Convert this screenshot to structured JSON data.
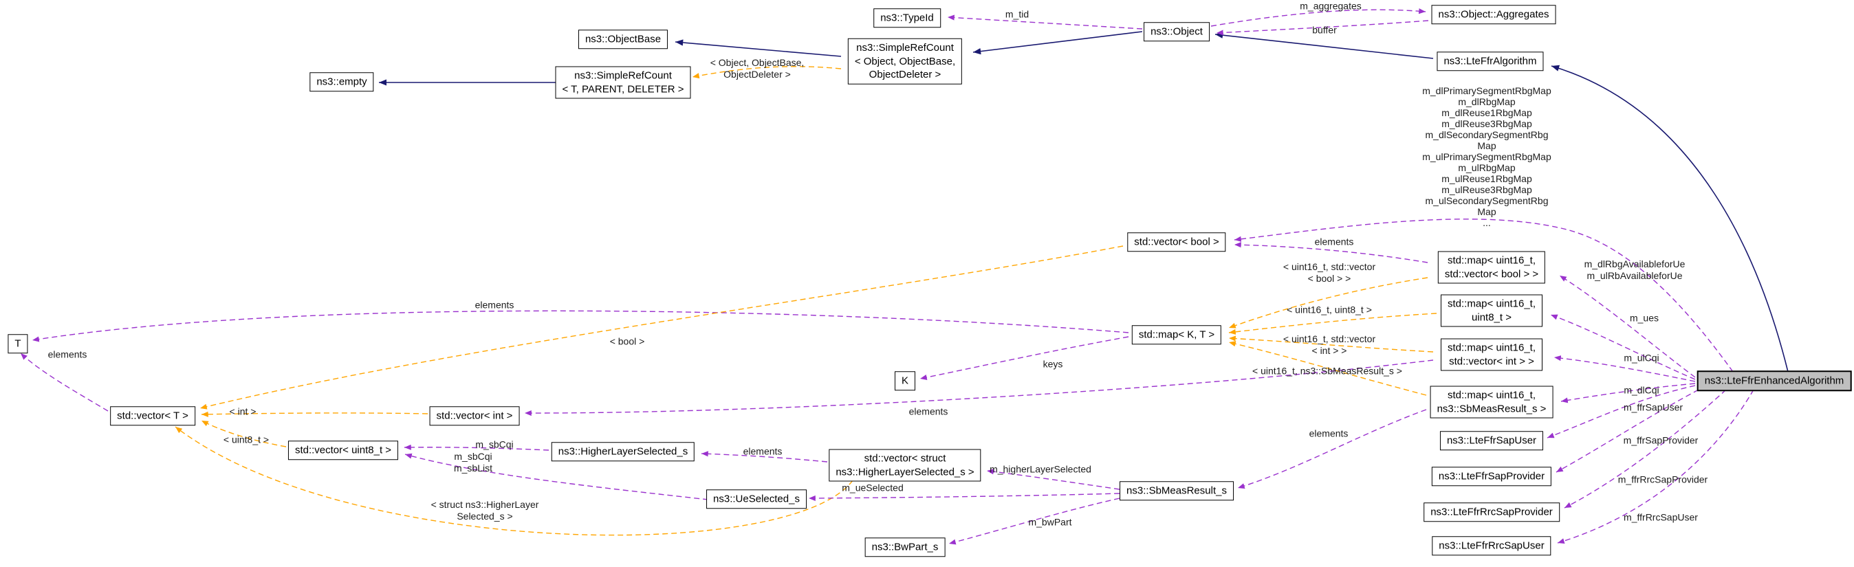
{
  "diagram": {
    "kind": "doxygen-collaboration-graph",
    "main_class": "ns3::LteFfrEnhancedAlgorithm",
    "colors": {
      "inheritance_edge": "#191970",
      "usage_edge": "#9a32cd",
      "template_edge": "#ffa500",
      "node_border": "#000000",
      "node_background": "#ffffff",
      "highlight_background": "#bfbfbf",
      "label_text": "#1c1c1c"
    },
    "nodes": [
      {
        "id": "typeid",
        "label": "ns3::TypeId"
      },
      {
        "id": "object",
        "label": "ns3::Object"
      },
      {
        "id": "aggregates",
        "label": "ns3::Object::Aggregates"
      },
      {
        "id": "objectbase",
        "label": "ns3::ObjectBase"
      },
      {
        "id": "simplerefcount_object",
        "label": "ns3::SimpleRefCount\n< Object, ObjectBase,\nObjectDeleter >"
      },
      {
        "id": "lteffralgorithm",
        "label": "ns3::LteFfrAlgorithm"
      },
      {
        "id": "empty",
        "label": "ns3::empty"
      },
      {
        "id": "simplerefcount_t",
        "label": "ns3::SimpleRefCount\n< T, PARENT, DELETER >"
      },
      {
        "id": "vector_bool",
        "label": "std::vector< bool >"
      },
      {
        "id": "map_u16_vbool",
        "label": "std::map< uint16_t,\nstd::vector< bool > >"
      },
      {
        "id": "map_u16_u8",
        "label": "std::map< uint16_t,\nuint8_t >"
      },
      {
        "id": "map_kt",
        "label": "std::map< K, T >"
      },
      {
        "id": "map_u16_vint",
        "label": "std::map< uint16_t,\nstd::vector< int > >"
      },
      {
        "id": "t",
        "label": "T"
      },
      {
        "id": "k",
        "label": "K"
      },
      {
        "id": "map_u16_sbmeas",
        "label": "std::map< uint16_t,\nns3::SbMeasResult_s >"
      },
      {
        "id": "vector_t",
        "label": "std::vector< T >"
      },
      {
        "id": "vector_int",
        "label": "std::vector< int >"
      },
      {
        "id": "ltefffrsapuser",
        "label": "ns3::LteFfrSapUser"
      },
      {
        "id": "vector_u8",
        "label": "std::vector< uint8_t >"
      },
      {
        "id": "higherlayerselected",
        "label": "ns3::HigherLayerSelected_s"
      },
      {
        "id": "vector_hls",
        "label": "std::vector< struct\nns3::HigherLayerSelected_s >"
      },
      {
        "id": "ltefffrsapprovider",
        "label": "ns3::LteFfrSapProvider"
      },
      {
        "id": "sbmeasresult",
        "label": "ns3::SbMeasResult_s"
      },
      {
        "id": "ueselected",
        "label": "ns3::UeSelected_s"
      },
      {
        "id": "lteffrrrcsapprovider",
        "label": "ns3::LteFfrRrcSapProvider"
      },
      {
        "id": "bwpart",
        "label": "ns3::BwPart_s"
      },
      {
        "id": "lteffrrrcsapuser",
        "label": "ns3::LteFfrRrcSapUser"
      },
      {
        "id": "main",
        "label": "ns3::LteFfrEnhancedAlgorithm",
        "highlight": true
      }
    ],
    "edges": [
      {
        "id": "srcobj_objectbase",
        "from": "simplerefcount_object",
        "to": "objectbase",
        "kind": "inheritance"
      },
      {
        "id": "object_srcobj",
        "from": "object",
        "to": "simplerefcount_object",
        "kind": "inheritance"
      },
      {
        "id": "srct_empty",
        "from": "simplerefcount_t",
        "to": "empty",
        "kind": "inheritance"
      },
      {
        "id": "ffralg_object",
        "from": "lteffralgorithm",
        "to": "object",
        "kind": "inheritance"
      },
      {
        "id": "main_ffralg",
        "from": "main",
        "to": "lteffralgorithm",
        "kind": "inheritance"
      },
      {
        "id": "object_typeid",
        "from": "object",
        "to": "typeid",
        "kind": "usage",
        "label": "m_tid"
      },
      {
        "id": "object_aggregates",
        "from": "object",
        "to": "aggregates",
        "kind": "usage",
        "label": "m_aggregates"
      },
      {
        "id": "aggregates_object",
        "from": "aggregates",
        "to": "object",
        "kind": "usage",
        "label": "buffer"
      },
      {
        "id": "srcobj_srct",
        "from": "simplerefcount_object",
        "to": "simplerefcount_t",
        "kind": "template",
        "label": "< Object, ObjectBase,\nObjectDeleter >"
      },
      {
        "id": "main_vbool",
        "from": "main",
        "to": "vector_bool",
        "kind": "usage",
        "label": "m_dlPrimarySegmentRbgMap\nm_dlRbgMap\nm_dlReuse1RbgMap\nm_dlReuse3RbgMap\nm_dlSecondarySegmentRbg\nMap\nm_ulPrimarySegmentRbgMap\nm_ulRbgMap\nm_ulReuse1RbgMap\nm_ulReuse3RbgMap\nm_ulSecondarySegmentRbg\nMap\n..."
      },
      {
        "id": "mapvbool_vbool",
        "from": "map_u16_vbool",
        "to": "vector_bool",
        "kind": "usage",
        "label": "elements"
      },
      {
        "id": "mapvbool_mapkt",
        "from": "map_u16_vbool",
        "to": "map_kt",
        "kind": "template",
        "label": "< uint16_t, std::vector\n< bool > >"
      },
      {
        "id": "mapu8_mapkt",
        "from": "map_u16_u8",
        "to": "map_kt",
        "kind": "template",
        "label": "< uint16_t, uint8_t >"
      },
      {
        "id": "mapvint_mapkt",
        "from": "map_u16_vint",
        "to": "map_kt",
        "kind": "template",
        "label": "< uint16_t, std::vector\n< int > >"
      },
      {
        "id": "mapsbm_mapkt",
        "from": "map_u16_sbmeas",
        "to": "map_kt",
        "kind": "template",
        "label": "< uint16_t, ns3::SbMeasResult_s >"
      },
      {
        "id": "main_mapvbool",
        "from": "main",
        "to": "map_u16_vbool",
        "kind": "usage",
        "label": "m_dlRbgAvailableforUe\nm_ulRbAvailableforUe"
      },
      {
        "id": "main_mapu8",
        "from": "main",
        "to": "map_u16_u8",
        "kind": "usage",
        "label": "m_ues"
      },
      {
        "id": "main_mapvint",
        "from": "main",
        "to": "map_u16_vint",
        "kind": "usage",
        "label": "m_ulCqi"
      },
      {
        "id": "main_mapsbm",
        "from": "main",
        "to": "map_u16_sbmeas",
        "kind": "usage",
        "label": "m_dlCqi"
      },
      {
        "id": "main_sapuser",
        "from": "main",
        "to": "ltefffrsapuser",
        "kind": "usage",
        "label": "m_ffrSapUser"
      },
      {
        "id": "main_sapprovider",
        "from": "main",
        "to": "ltefffrsapprovider",
        "kind": "usage",
        "label": "m_ffrSapProvider"
      },
      {
        "id": "main_rrcsapprovider",
        "from": "main",
        "to": "lteffrrrcsapprovider",
        "kind": "usage",
        "label": "m_ffrRrcSapProvider"
      },
      {
        "id": "main_rrcsapuser",
        "from": "main",
        "to": "lteffrrrcsapuser",
        "kind": "usage",
        "label": "m_ffrRrcSapUser"
      },
      {
        "id": "mapkt_k",
        "from": "map_kt",
        "to": "k",
        "kind": "usage",
        "label": "keys"
      },
      {
        "id": "mapkt_t",
        "from": "map_kt",
        "to": "t",
        "kind": "usage",
        "label": "elements"
      },
      {
        "id": "vbool_vt",
        "from": "vector_bool",
        "to": "vector_t",
        "kind": "template",
        "label": "< bool >"
      },
      {
        "id": "vt_t",
        "from": "vector_t",
        "to": "t",
        "kind": "usage",
        "label": "elements"
      },
      {
        "id": "vint_vt",
        "from": "vector_int",
        "to": "vector_t",
        "kind": "template",
        "label": "< int >"
      },
      {
        "id": "vu8_vt",
        "from": "vector_u8",
        "to": "vector_t",
        "kind": "template",
        "label": "< uint8_t >"
      },
      {
        "id": "vhls_vt",
        "from": "vector_hls",
        "to": "vector_t",
        "kind": "template",
        "label": "< struct ns3::HigherLayer\nSelected_s >"
      },
      {
        "id": "mapvint_vint",
        "from": "map_u16_vint",
        "to": "vector_int",
        "kind": "usage",
        "label": "elements"
      },
      {
        "id": "mapsbm_sbm",
        "from": "map_u16_sbmeas",
        "to": "sbmeasresult",
        "kind": "usage",
        "label": "elements"
      },
      {
        "id": "hls_vu8",
        "from": "higherlayerselected",
        "to": "vector_u8",
        "kind": "usage",
        "label": "m_sbCqi"
      },
      {
        "id": "ues_vu8",
        "from": "ueselected",
        "to": "vector_u8",
        "kind": "usage",
        "label": "m_sbCqi\nm_sbList"
      },
      {
        "id": "vhls_hls",
        "from": "vector_hls",
        "to": "higherlayerselected",
        "kind": "usage",
        "label": "elements"
      },
      {
        "id": "sbm_vhls",
        "from": "sbmeasresult",
        "to": "vector_hls",
        "kind": "usage",
        "label": "m_higherLayerSelected"
      },
      {
        "id": "sbm_ues",
        "from": "sbmeasresult",
        "to": "ueselected",
        "kind": "usage",
        "label": "m_ueSelected"
      },
      {
        "id": "sbm_bwpart",
        "from": "sbmeasresult",
        "to": "bwpart",
        "kind": "usage",
        "label": "m_bwPart"
      }
    ]
  }
}
